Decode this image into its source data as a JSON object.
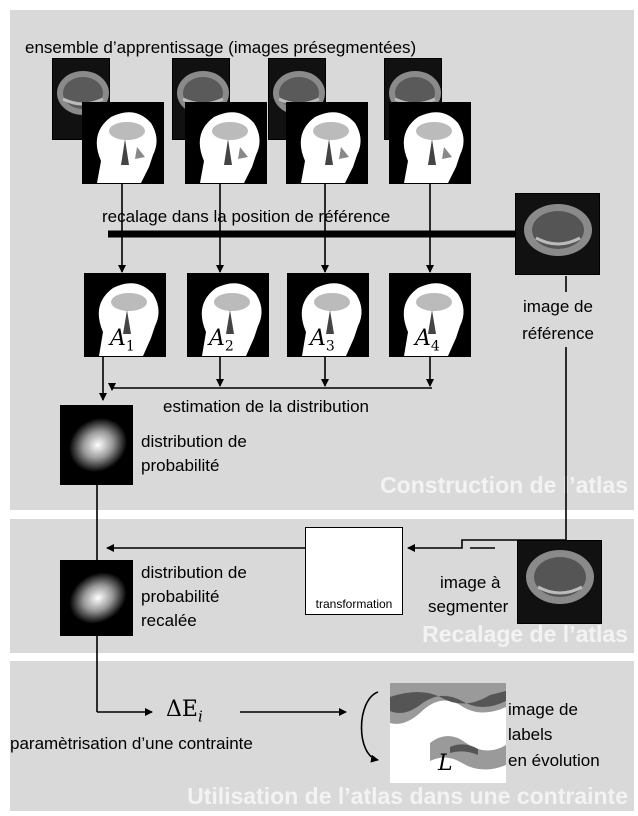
{
  "sections": {
    "construction": "Construction de l’atlas",
    "recalage": "Recalage de l’atlas",
    "utilisation": "Utilisation de l’atlas dans une contrainte"
  },
  "labels": {
    "training_set": "ensemble d’apprentissage (images présegmentées)",
    "registration": "recalage dans la position de référence",
    "estimation": "estimation de la distribution",
    "dist_line1": "distribution de",
    "dist_line2": "probabilité",
    "ref_line1": "image de",
    "ref_line2": "référence",
    "transformation": "transformation",
    "seg_line1": "image à",
    "seg_line2": "segmenter",
    "rdist_line1": "distribution de",
    "rdist_line2": "probabilité",
    "rdist_line3": "recalée",
    "param": "paramètrisation d’une contrainte",
    "lab_line1": "image de",
    "lab_line2": "labels",
    "lab_line3": "en évolution"
  },
  "atlas": [
    {
      "letter": "A",
      "index": "1"
    },
    {
      "letter": "A",
      "index": "2"
    },
    {
      "letter": "A",
      "index": "3"
    },
    {
      "letter": "A",
      "index": "4"
    }
  ],
  "math": {
    "delta": "ΔE",
    "delta_sub": "i",
    "label_L": "L"
  }
}
